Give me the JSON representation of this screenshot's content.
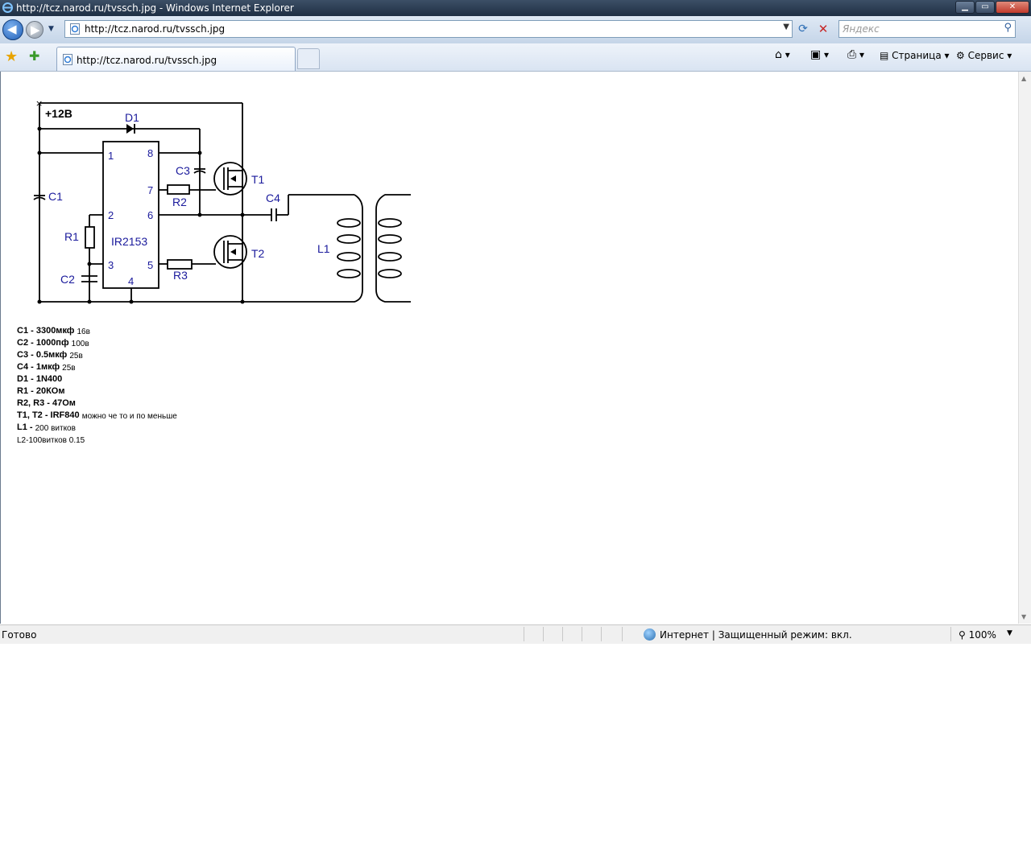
{
  "window": {
    "title": "http://tcz.narod.ru/tvssch.jpg - Windows Internet Explorer",
    "caption_buttons": {
      "minimize": "▁",
      "maximize": "▭",
      "close": "✕"
    }
  },
  "address_bar": {
    "url": "http://tcz.narod.ru/tvssch.jpg",
    "search_placeholder": "Яндекс"
  },
  "tab": {
    "label": "http://tcz.narod.ru/tvssch.jpg"
  },
  "command_bar": {
    "page_menu": "Страница",
    "tools_menu": "Сервис"
  },
  "schematic": {
    "labels": {
      "supply": "+12В",
      "d1": "D1",
      "c1": "C1",
      "c2": "C2",
      "c3": "C3",
      "c4": "C4",
      "r1": "R1",
      "r2": "R2",
      "r3": "R3",
      "t1": "T1",
      "t2": "T2",
      "l1": "L1",
      "ic": "IR2153",
      "pin1": "1",
      "pin2": "2",
      "pin3": "3",
      "pin4": "4",
      "pin5": "5",
      "pin6": "6",
      "pin7": "7",
      "pin8": "8"
    }
  },
  "parts_list": [
    {
      "part": "C1 - 3300мкф",
      "note": "16в"
    },
    {
      "part": "C2 - 1000пф",
      "note": "100в"
    },
    {
      "part": "C3 - 0.5мкф",
      "note": "25в"
    },
    {
      "part": "C4 - 1мкф",
      "note": "25в"
    },
    {
      "part": "D1 - 1N400",
      "note": ""
    },
    {
      "part": "R1 - 20КОм",
      "note": ""
    },
    {
      "part": "R2, R3 - 47Ом",
      "note": ""
    },
    {
      "part": "T1, T2 - IRF840",
      "note": "можно че то и по меньше"
    },
    {
      "part": "L1 -",
      "note": "200 витков"
    },
    {
      "part": "",
      "note": "L2-100витков 0.15"
    }
  ],
  "status_bar": {
    "status": "Готово",
    "zone": "Интернет | Защищенный режим: вкл.",
    "zoom": "100%"
  },
  "colors": {
    "schematic_label": "#1a1a9c",
    "title_bar": "#1f2f44",
    "toolbar": "#d9e4f2"
  }
}
